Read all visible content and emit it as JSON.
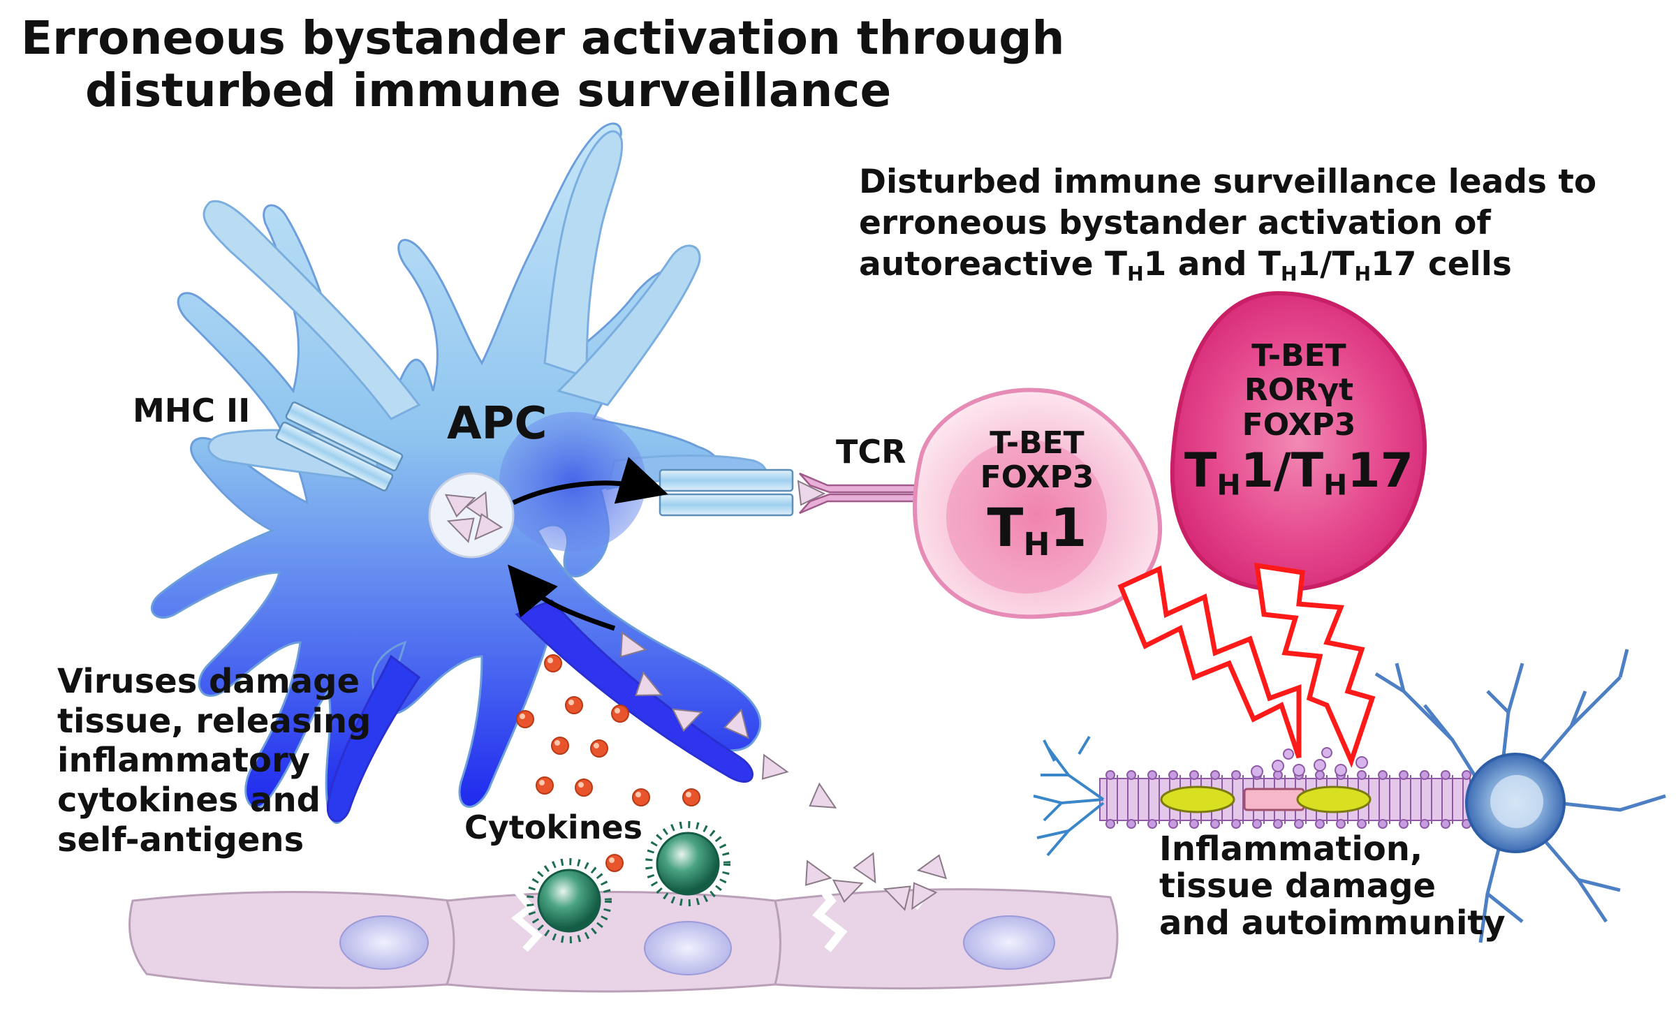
{
  "title": {
    "line1": "Erroneous bystander activation through",
    "line2": "disturbed immune surveillance"
  },
  "annotation_top": {
    "line1": "Disturbed immune surveillance leads to",
    "line2": "erroneous bystander activation of",
    "line3_pre": "autoreactive T",
    "line3_sub1": "H",
    "line3_mid1": "1 and T",
    "line3_sub2": "H",
    "line3_mid2": "1/T",
    "line3_sub3": "H",
    "line3_post": "17 cells"
  },
  "labels": {
    "mhc": "MHC II",
    "apc": "APC",
    "tcr": "TCR",
    "cytokines": "Cytokines"
  },
  "th1_cell": {
    "line1": "T-BET",
    "line2": "FOXP3",
    "name_base": "T",
    "name_sub": "H",
    "name_post": "1"
  },
  "th17_cell": {
    "line1": "T-BET",
    "line2": "RORγt",
    "line3": "FOXP3",
    "name_base1": "T",
    "name_sub1": "H",
    "name_mid": "1/T",
    "name_sub2": "H",
    "name_post": "17"
  },
  "virus_text": {
    "line1": "Viruses damage",
    "line2": "tissue, releasing",
    "line3": "inflammatory",
    "line4": "cytokines and",
    "line5": "self-antigens"
  },
  "outcome_text": {
    "line1": "Inflammation,",
    "line2": "tissue damage",
    "line3": "and autoimmunity"
  },
  "colors": {
    "apc_light": "#b9dcf2",
    "apc_dark": "#1f33f0",
    "th1_pink": "#f4a6c8",
    "th17_magenta": "#e8418a",
    "lightning": "#ff1a1a",
    "tissue": "#e8d4e6",
    "cytokine": "#e8552c",
    "virus": "#2f8a6e"
  }
}
